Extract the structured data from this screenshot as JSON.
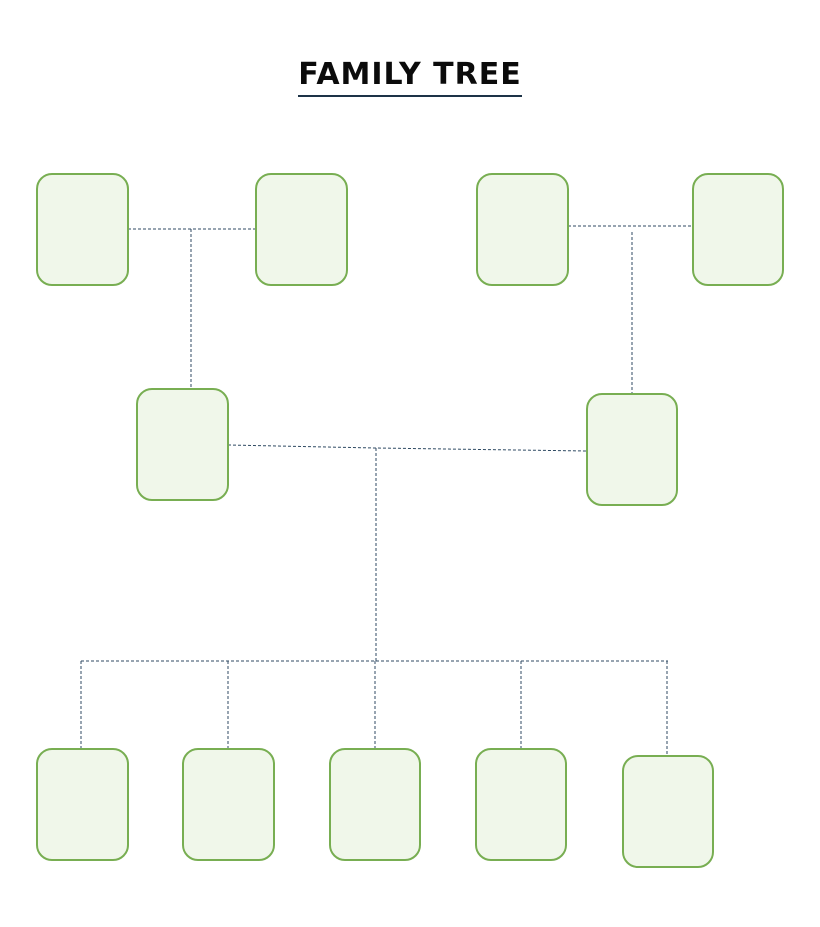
{
  "title": "FAMILY TREE",
  "colors": {
    "box_fill": "#f0f7ea",
    "box_stroke": "#78ae52",
    "connector": "#2f4a63"
  },
  "generations": [
    {
      "id": "grandparents",
      "members": 4
    },
    {
      "id": "parents",
      "members": 2
    },
    {
      "id": "children",
      "members": 5
    }
  ]
}
